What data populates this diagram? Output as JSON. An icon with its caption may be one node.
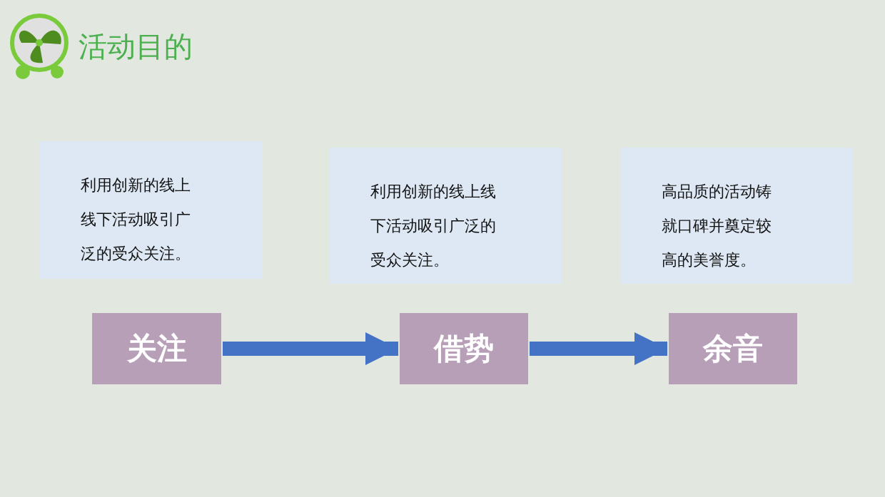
{
  "diagram": {
    "title": "活动目的",
    "nodes": [
      {
        "text": [
          "利用创新的线上线下活动吸引广泛的受众关注。"
        ]
      },
      {
        "text": [
          "利用创新的线上线下活动吸引广泛的受众关注。"
        ]
      },
      {
        "text": [
          "高品质的活动铸就口碑并奠定较高的美誉度。"
        ]
      },
      {
        "text": [
          "关注"
        ]
      },
      {
        "text": [
          "借势"
        ]
      },
      {
        "text": [
          "余音"
        ]
      }
    ],
    "edges": [
      {
        "from": 3,
        "to": 4,
        "arrow": "to"
      },
      {
        "from": 4,
        "to": 5,
        "arrow": "to"
      }
    ]
  }
}
